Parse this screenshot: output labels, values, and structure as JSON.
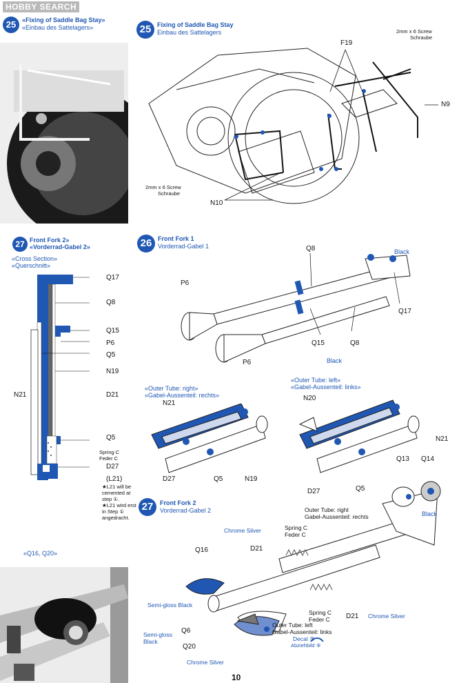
{
  "watermark": "HOBBY SEARCH",
  "page_number": "10",
  "left_top": {
    "step": "25",
    "title_en": "«Fixing of Saddle Bag Stay»",
    "title_de": "«Einbau des Sattelagers»"
  },
  "step25": {
    "step": "25",
    "title_en": "Fixing of Saddle Bag Stay",
    "title_de": "Einbau des Sattelagers",
    "labels": {
      "f19": "F19",
      "screw1_en": "2mm x 6 Screw",
      "screw1_de": "Schraube",
      "n9": "N9",
      "screw2_en": "2mm x 6 Screw",
      "screw2_de": "Schraube",
      "n10": "N10"
    }
  },
  "step27_left": {
    "step": "27",
    "title_en": "Front Fork 2»",
    "title_de": "«Vorderrad-Gabel 2»",
    "section_en": "«Cross Section»",
    "section_de": "«Querschnitt»",
    "labels": [
      "Q17",
      "Q8",
      "Q15",
      "P6",
      "Q5",
      "N19",
      "D21",
      "Q5",
      "Spring C",
      "Feder C",
      "D27",
      "(L21)"
    ],
    "n21": "N21",
    "note_en1": "★L21 will be",
    "note_en2": "cemented at",
    "note_en3": "step ①.",
    "note_de1": "★L21 wird erst",
    "note_de2": "in Step ①",
    "note_de3": "angedracht."
  },
  "photo_caption": "«Q16, Q20»",
  "step26": {
    "step": "26",
    "title_en": "Front Fork 1",
    "title_de": "Vorderrad-Gabel 1",
    "labels": {
      "q8": "Q8",
      "black1": "Black",
      "p6a": "P6",
      "q17": "Q17",
      "q15": "Q15",
      "q8b": "Q8",
      "black2": "Black",
      "p6b": "P6"
    }
  },
  "outer_right": {
    "en": "«Outer Tube: right»",
    "de": "«Gabel-Aussenteil: rechts»",
    "n21": "N21",
    "d27": "D27",
    "q5": "Q5",
    "n19": "N19"
  },
  "outer_left": {
    "en": "«Outer Tube: left»",
    "de": "«Gabel-Aussenteil: links»",
    "n20": "N20",
    "n21": "N21",
    "d27": "D27",
    "q5": "Q5"
  },
  "step27": {
    "step": "27",
    "title_en": "Front Fork 2",
    "title_de": "Vorderrad-Gabel 2",
    "labels": {
      "q13": "Q13",
      "q14": "Q14",
      "black": "Black",
      "otr_en": "Outer Tube: right",
      "otr_de": "Gabel-Aussenteil: rechts",
      "chrome1": "Chrome Silver",
      "d21a": "D21",
      "spring1_en": "Spring C",
      "spring1_de": "Feder C",
      "q16": "Q16",
      "semigloss1": "Semi-gloss Black",
      "spring2_en": "Spring C",
      "spring2_de": "Feder C",
      "d21b": "D21",
      "chrome2": "Chrome Silver",
      "semigloss2a": "Semi-gloss",
      "semigloss2b": "Black",
      "q6": "Q6",
      "otl_en": "Outer Tube: left",
      "otl_de": "Gabel-Aussenteil: links",
      "decal_en": "Decal ⑨",
      "decal_de": "Abziehbild ⑨",
      "q20": "Q20",
      "chrome3": "Chrome Silver"
    }
  }
}
